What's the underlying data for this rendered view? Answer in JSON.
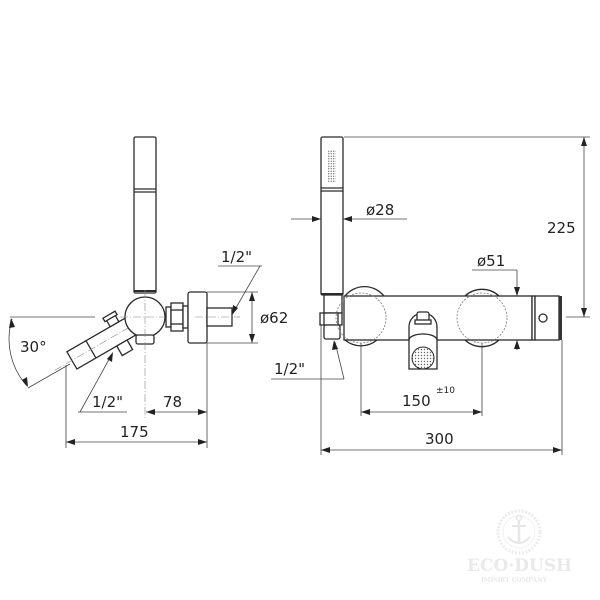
{
  "drawing": {
    "side_view": {
      "angle_label": "30°",
      "inlet_label_top": "1/2\"",
      "inlet_label_bottom": "1/2\"",
      "flange_diameter": "ø62",
      "depth_78": "78",
      "depth_175": "175"
    },
    "front_view": {
      "handshower_diameter": "ø28",
      "body_diameter": "ø51",
      "height_225": "225",
      "outlet_label": "1/2\"",
      "centers": "150",
      "centers_tolerance": "±10",
      "width_300": "300"
    }
  },
  "watermark": {
    "brand": "ECO·DUSH",
    "tagline": "IMPORT COMPANY",
    "icon": "anchor-icon"
  }
}
